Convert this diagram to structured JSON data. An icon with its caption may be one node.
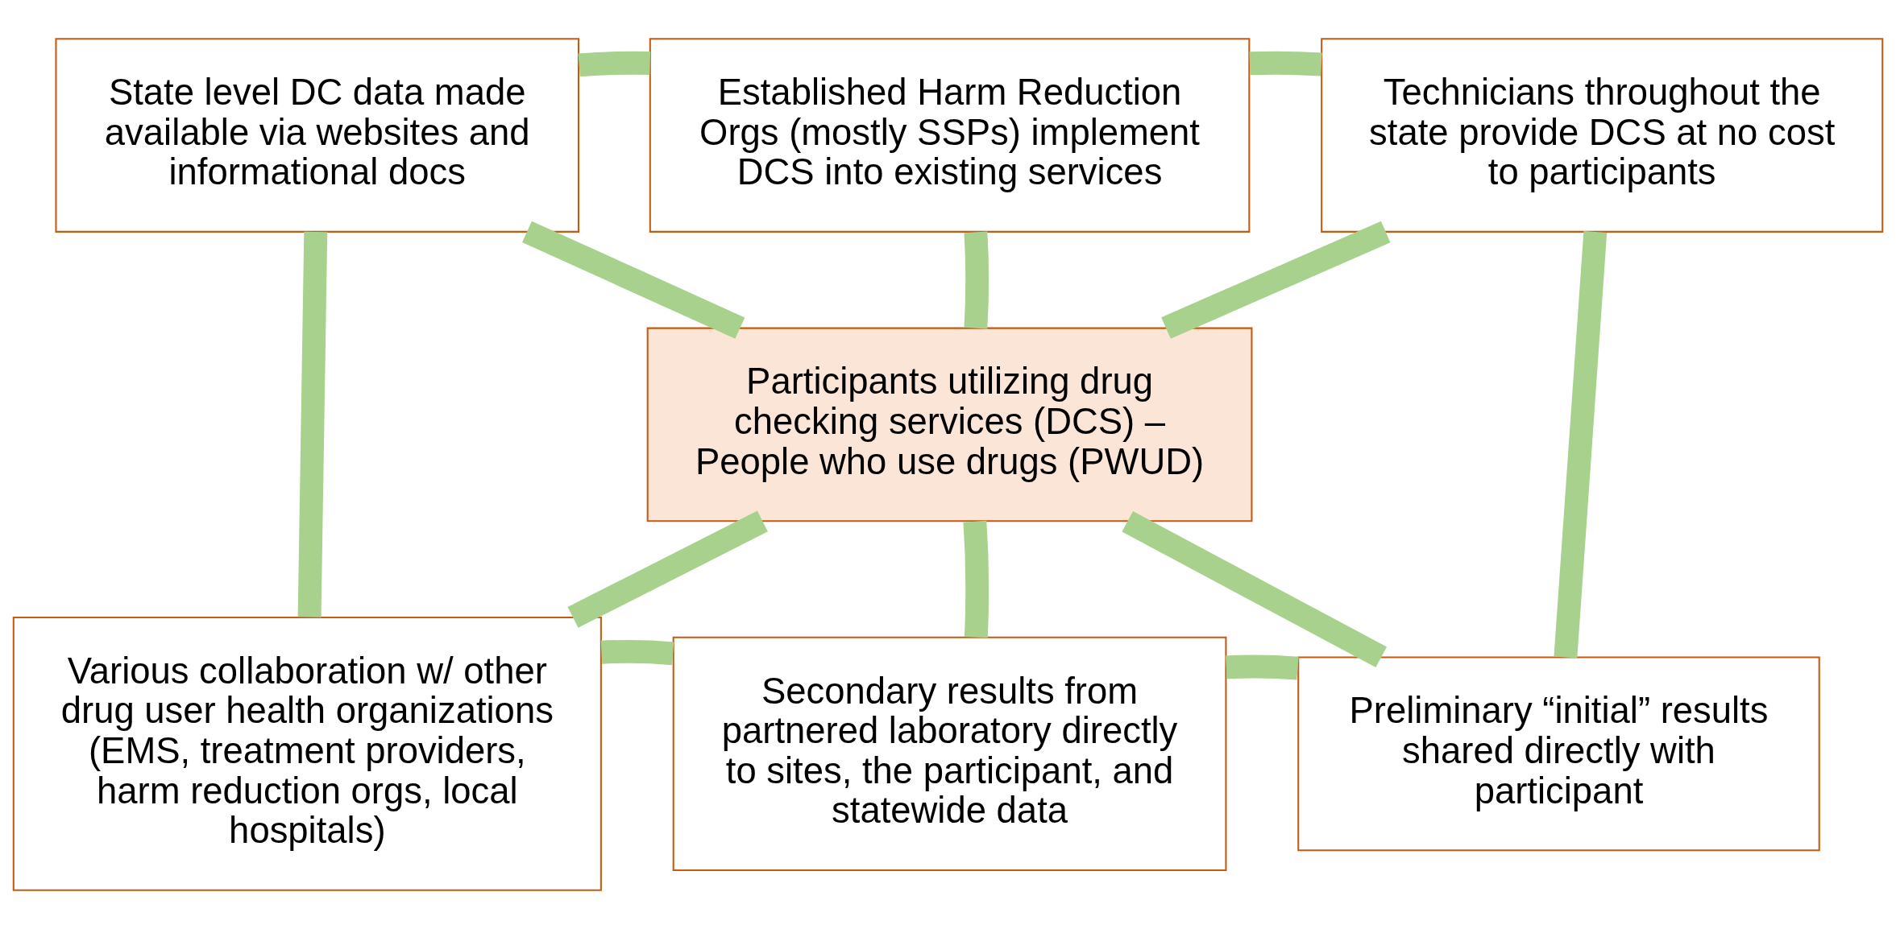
{
  "diagram": {
    "nodes": [
      {
        "text": [
          "Participants utilizing drug checking services (DCS) – People who use drugs (PWUD)"
        ]
      },
      {
        "text": [
          "Established Harm Reduction Orgs (mostly SSPs) implement DCS into existing services"
        ]
      },
      {
        "text": [
          "Technicians throughout the state provide DCS at no cost to participants"
        ]
      },
      {
        "text": [
          "Preliminary “initial” results shared directly with participant"
        ]
      },
      {
        "text": [
          "Secondary results from partnered laboratory directly to sites, the participant, and statewide data"
        ]
      },
      {
        "text": [
          "Various collaboration w/ other drug user health organizations (EMS, treatment providers, harm reduction orgs, local hospitals)"
        ]
      },
      {
        "text": [
          "State level DC data made available via websites and informational docs"
        ]
      }
    ],
    "edges": [
      {
        "from": 1,
        "to": 2,
        "arrow": "none"
      },
      {
        "from": 2,
        "to": 3,
        "arrow": "none"
      },
      {
        "from": 3,
        "to": 4,
        "arrow": "none"
      },
      {
        "from": 4,
        "to": 5,
        "arrow": "none"
      },
      {
        "from": 5,
        "to": 6,
        "arrow": "none"
      },
      {
        "from": 6,
        "to": 1,
        "arrow": "none"
      },
      {
        "from": 0,
        "to": 1,
        "arrow": "none"
      },
      {
        "from": 0,
        "to": 2,
        "arrow": "none"
      },
      {
        "from": 0,
        "to": 3,
        "arrow": "none"
      },
      {
        "from": 0,
        "to": 4,
        "arrow": "none"
      },
      {
        "from": 0,
        "to": 5,
        "arrow": "none"
      },
      {
        "from": 0,
        "to": 6,
        "arrow": "none"
      }
    ]
  }
}
